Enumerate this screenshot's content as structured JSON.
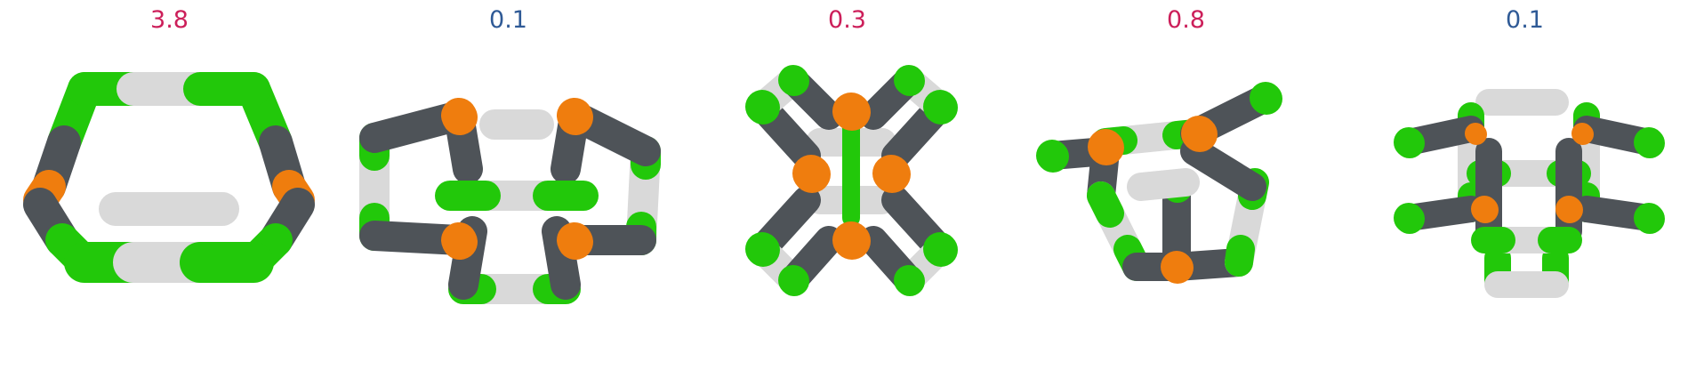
{
  "panels": [
    {
      "score": "3.8",
      "score_color": "#cc1f5a"
    },
    {
      "score": "0.1",
      "score_color": "#2f5a96"
    },
    {
      "score": "0.3",
      "score_color": "#cc1f5a"
    },
    {
      "score": "0.8",
      "score_color": "#cc1f5a"
    },
    {
      "score": "0.1",
      "score_color": "#2f5a96"
    }
  ],
  "colors": {
    "green": "#22c80a",
    "orange": "#ef7d0e",
    "gray_dark": "#4e5358",
    "gray_light": "#d9d9d9"
  }
}
